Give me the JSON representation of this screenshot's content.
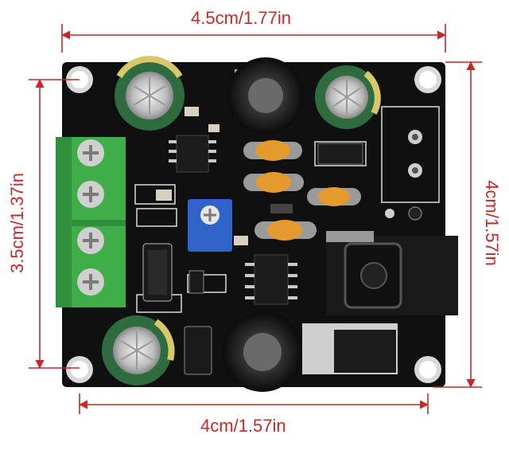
{
  "dimensions": {
    "top": "4.5cm/1.77in",
    "bottom": "4cm/1.57in",
    "left": "3.5cm/1.37in",
    "right": "4cm/1.57in"
  },
  "colors": {
    "dimension": "#c62828",
    "pcb": "#101010",
    "terminal": "#3fae49",
    "trimmer": "#2f63c8",
    "ceramic_cap": "#e59a2d",
    "electrolytic": "#2e6b3e"
  }
}
